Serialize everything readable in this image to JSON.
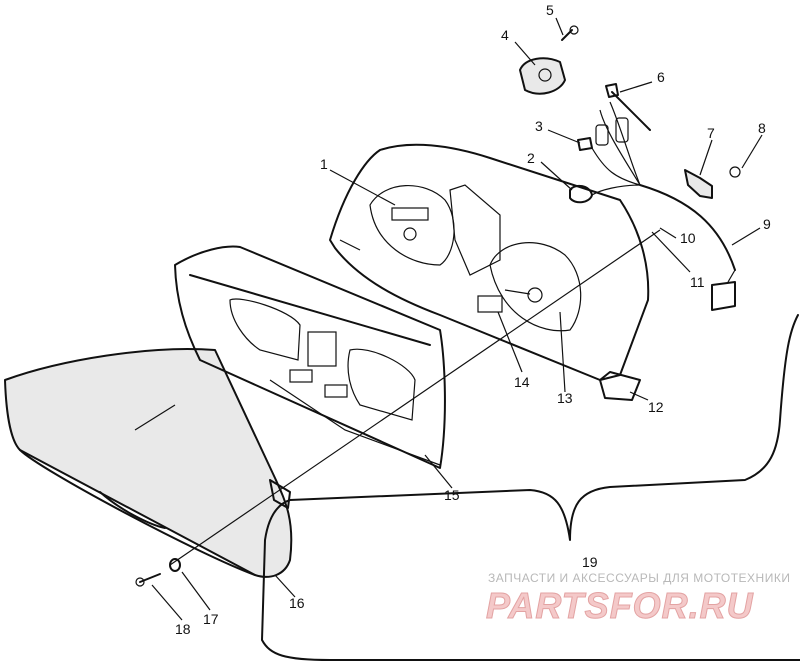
{
  "diagram": {
    "callouts": [
      "1",
      "2",
      "3",
      "4",
      "5",
      "6",
      "7",
      "8",
      "9",
      "10",
      "11",
      "12",
      "13",
      "14",
      "15",
      "16",
      "17",
      "18",
      "19"
    ]
  },
  "watermark": {
    "subtitle": "ЗАПЧАСТИ И АКСЕССУАРЫ ДЛЯ МОТОТЕХНИКИ",
    "brand": "PARTSFOR.RU"
  }
}
